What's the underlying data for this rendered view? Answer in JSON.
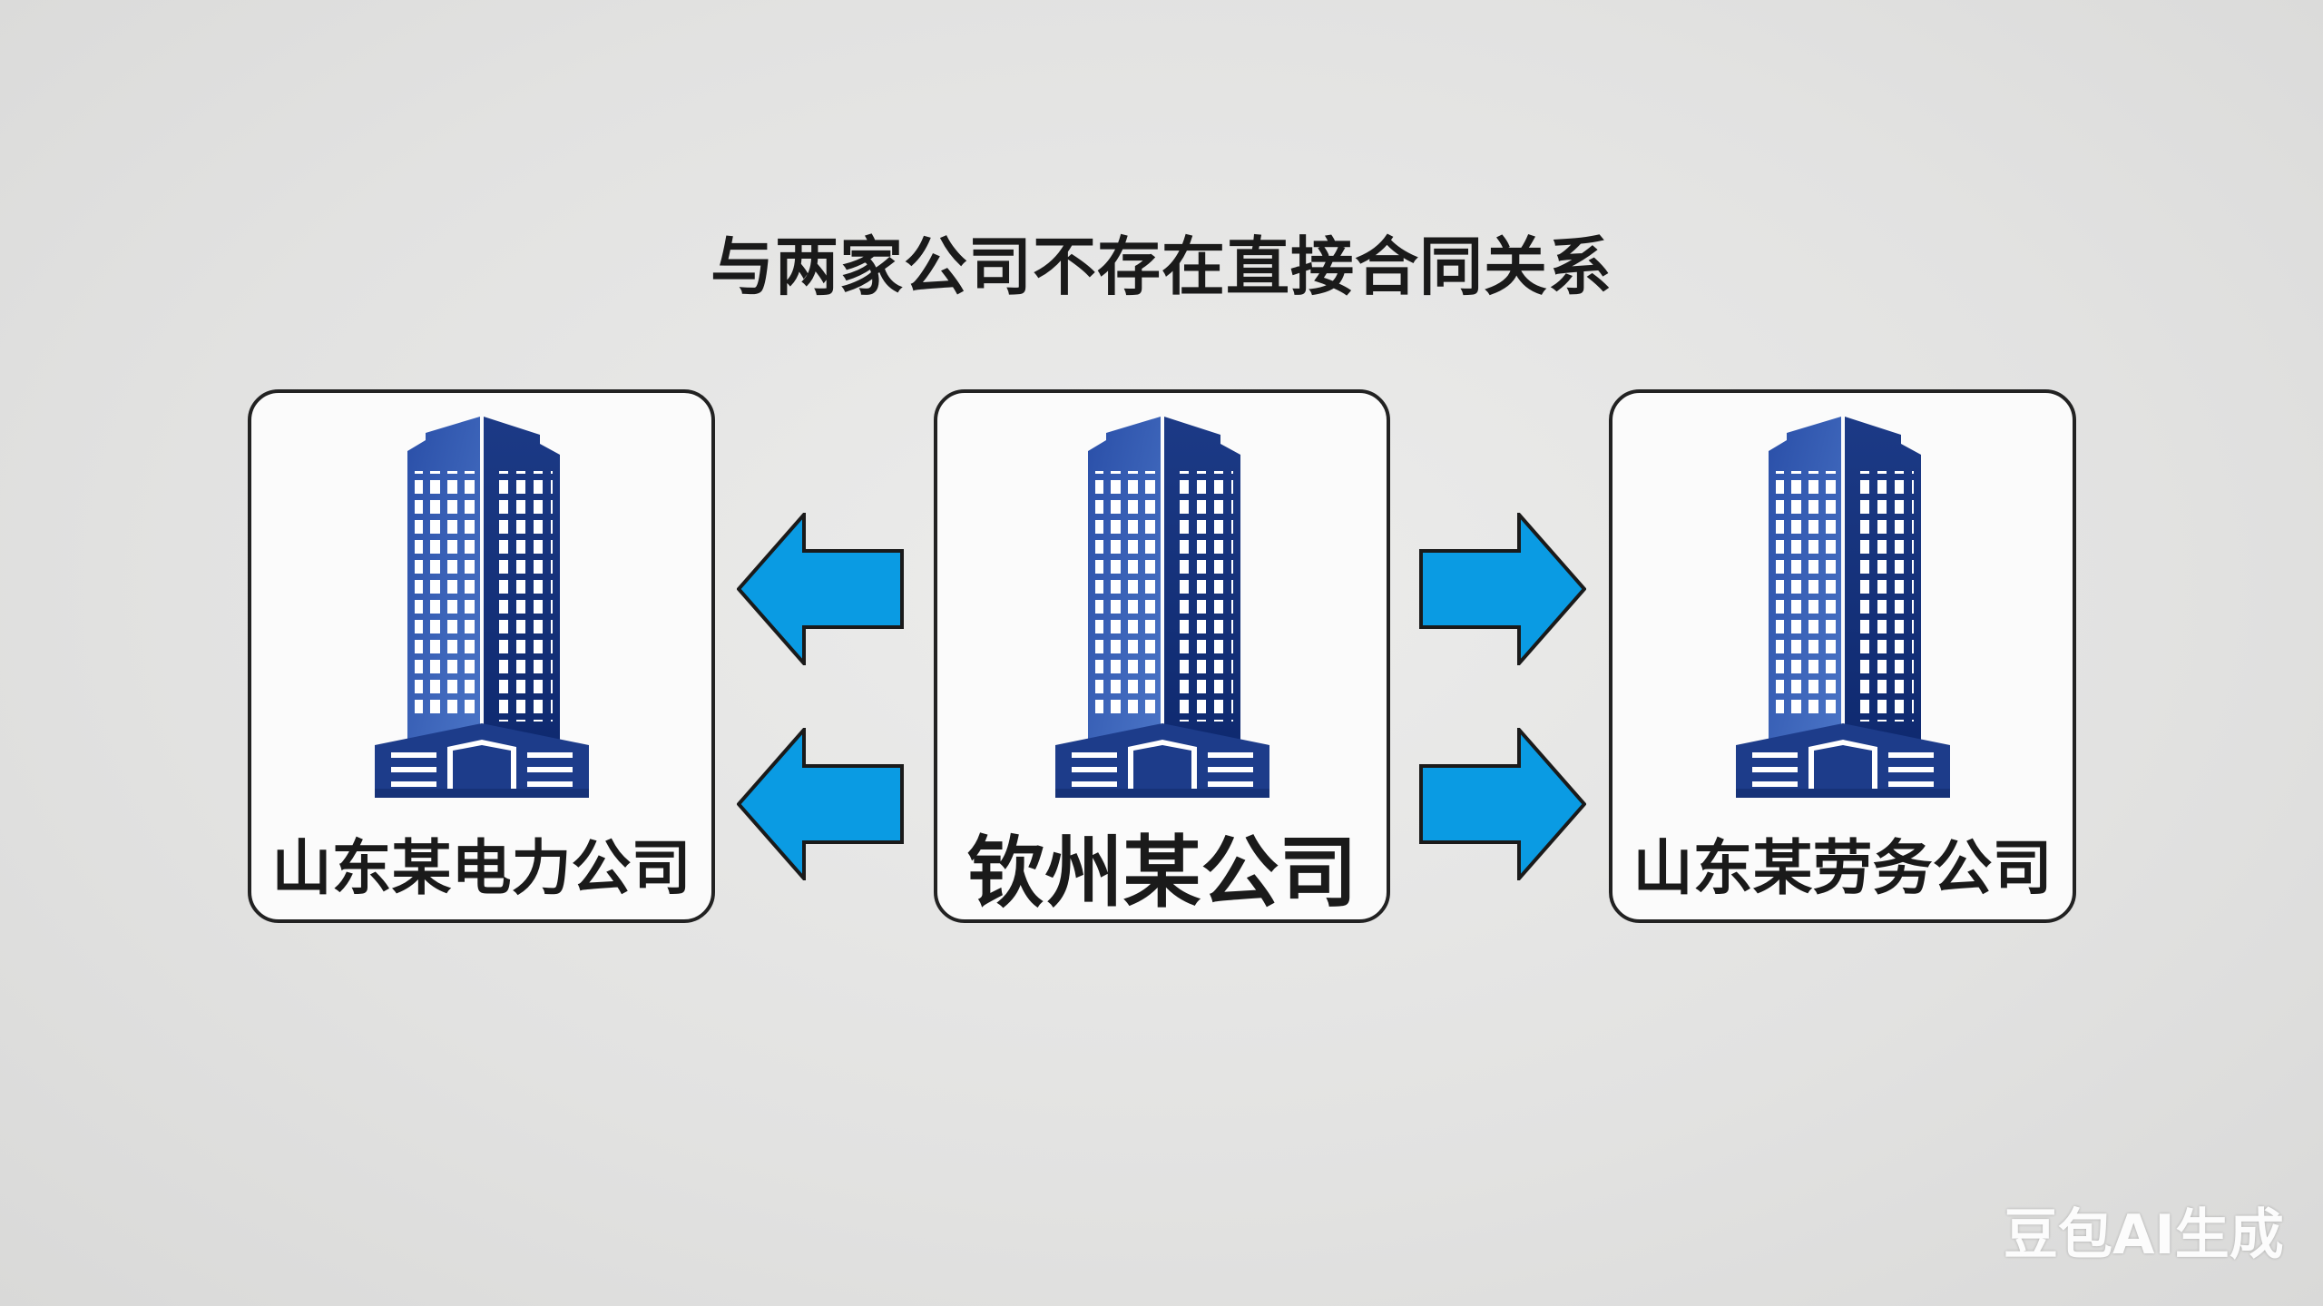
{
  "title": "与两家公司不存在直接合同关系",
  "companies": [
    {
      "name": "山东某电力公司"
    },
    {
      "name": "钦州某公司"
    },
    {
      "name": "山东某劳务公司"
    }
  ],
  "watermark": "豆包AI生成",
  "colors": {
    "arrow": "#0a9be3",
    "building": "#1f3f8f"
  }
}
